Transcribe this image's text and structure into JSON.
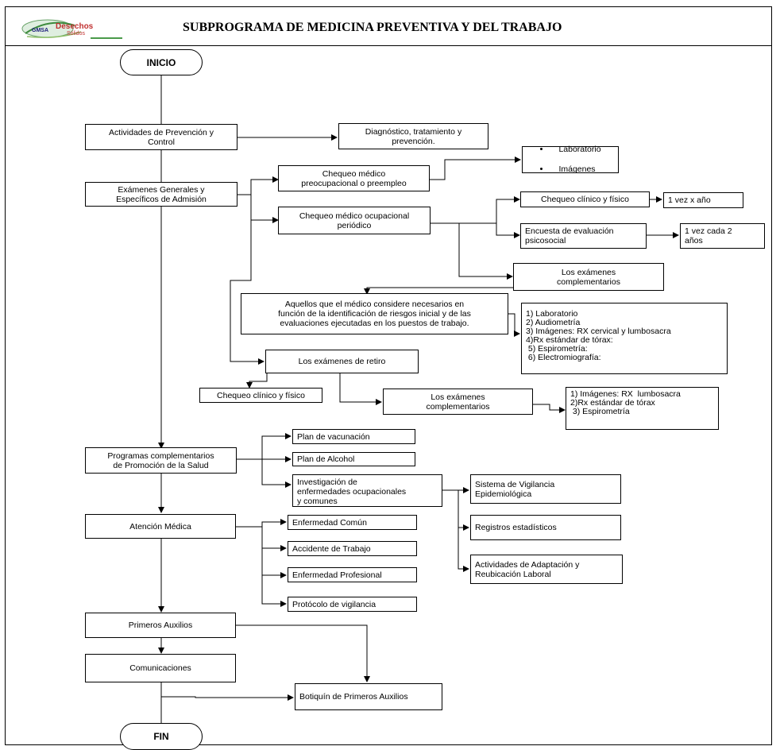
{
  "header": {
    "title": "SUBPROGRAMA DE MEDICINA PREVENTIVA Y DEL TRABAJO",
    "logo": {
      "brand_a": "GMSA",
      "brand_b": "Desechos",
      "brand_c": "Sólidos"
    }
  },
  "terminals": {
    "start": "INICIO",
    "end": "FIN"
  },
  "main": {
    "prevencion": "Actividades de Prevención y\nControl",
    "examenes": "Exámenes Generales y\nEspecíficos de Admisión",
    "programas": "Programas complementarios\nde Promoción de  la Salud",
    "atencion": "Atención Médica",
    "primeros": "Primeros Auxilios",
    "comunicaciones": "Comunicaciones"
  },
  "prevencion_out": "Diagnóstico, tratamiento y\nprevención.",
  "examenes_branch": {
    "preocupacional": "Chequeo médico\npreocupacional o preempleo",
    "preocupacional_list": [
      "Laboratorio",
      "Imágenes"
    ],
    "periodico": "Chequeo médico ocupacional\nperiódico",
    "chequeo_clinico": "Chequeo clínico y físico",
    "frecuencia_1": "1 vez x año",
    "encuesta": "Encuesta de evaluación\npsicosocial",
    "frecuencia_2": "1 vez cada 2\naños",
    "complementarios": "Los exámenes\ncomplementarios",
    "aquellos": "Aquellos que el médico considere necesarios en\nfunción de la identificación de riesgos inicial y de las\nevaluaciones ejecutadas en los puestos de trabajo.",
    "lista_complementarios": [
      "1) Laboratorio",
      "2) Audiometría",
      "3) Imágenes: RX cervical y lumbosacra",
      "4)Rx estándar de tórax:",
      " 5) Espirometría:",
      " 6) Electromiografía:"
    ],
    "retiro": "Los exámenes de retiro",
    "retiro_chequeo": "Chequeo clínico y físico",
    "retiro_complementarios": "Los exámenes\ncomplementarios",
    "retiro_lista": [
      "1) Imágenes: RX  lumbosacra",
      "2)Rx estándar de tórax",
      " 3) Espirometría"
    ]
  },
  "programas_branch": {
    "vacunacion": "Plan de vacunación",
    "alcohol": "Plan de Alcohol",
    "investigacion": "Investigación de\nenfermedades ocupacionales\ny comunes",
    "vigilancia": "Sistema de Vigilancia\nEpidemiológica",
    "registros": "Registros estadísticos",
    "adaptacion": "Actividades de Adaptación y\nReubicación Laboral"
  },
  "atencion_branch": {
    "comun": "Enfermedad Común",
    "accidente": "Accidente de Trabajo",
    "profesional": "Enfermedad Profesional",
    "protocolo": "Protócolo de vigilancia"
  },
  "botiquin": "Botiquín de Primeros Auxilios"
}
